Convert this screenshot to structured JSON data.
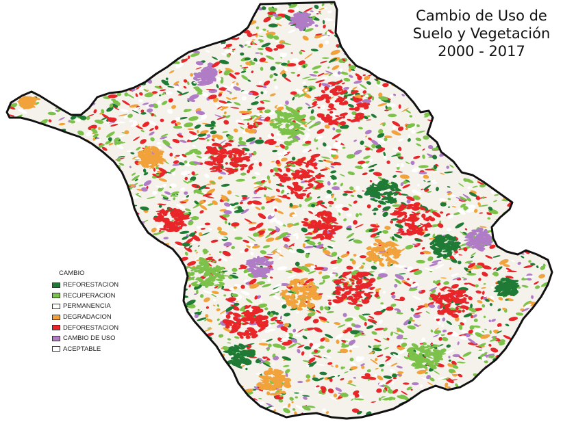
{
  "title": {
    "line1": "Cambio de Uso de",
    "line2": "Suelo y Vegetación",
    "line3": "2000 - 2017"
  },
  "legend": {
    "title": "CAMBIO",
    "items": [
      {
        "label": "REFORESTACION",
        "color": "#1e7a34"
      },
      {
        "label": "RECUPERACION",
        "color": "#7cc24a"
      },
      {
        "label": "PERMANENCIA",
        "color": "#ffffff"
      },
      {
        "label": "DEGRADACION",
        "color": "#f2a23a"
      },
      {
        "label": "DEFORESTACION",
        "color": "#e8262a"
      },
      {
        "label": "CAMBIO DE USO",
        "color": "#b07cc6"
      },
      {
        "label": "ACEPTABLE",
        "color": "#ffffff"
      }
    ]
  },
  "colors": {
    "boundary": "#111111"
  }
}
